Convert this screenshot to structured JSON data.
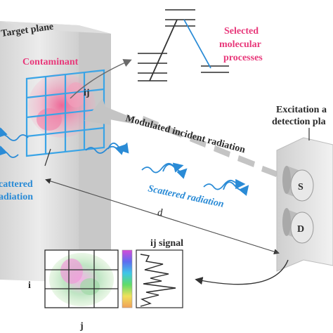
{
  "labels": {
    "target_plane": "Target plane",
    "contaminant": "Contaminant",
    "pixel_ij": "ij",
    "selected_processes": [
      "Selected",
      "molecular",
      "processes"
    ],
    "excitation_plane": [
      "Excitation a",
      "detection pla"
    ],
    "modulated_radiation": "Modulated incident radiation",
    "scattered_radiation_center": "Scattered radiation",
    "scattered_radiation_left": [
      "cattered",
      "adiation"
    ],
    "source": "S",
    "detector": "D",
    "distance": "d",
    "signal_title": "ij signal",
    "axis_i": "i",
    "axis_j": "j"
  },
  "colors": {
    "grid": "#3aa4e6",
    "contaminant": "#f06a98",
    "wave": "#2a8bd6",
    "text_dark": "#2b2b2b",
    "text_pink": "#e8387a",
    "text_blue": "#2a8bd6",
    "plane_fill": "#e6e6e6"
  },
  "icons": [
    "energy-level-diagram",
    "wave-arrow-icon",
    "spectrum-colorbar"
  ]
}
